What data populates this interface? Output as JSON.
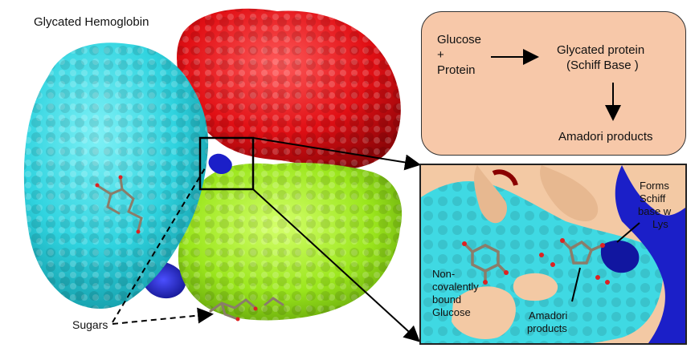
{
  "figure": {
    "title": "Glycated Hemoglobin",
    "sugars_label": "Sugars"
  },
  "reaction_panel": {
    "reactant_1": "Glucose",
    "plus": "+",
    "reactant_2": "Protein",
    "product_line1": "Glycated protein",
    "product_line2": "(Schiff Base )",
    "final_product": "Amadori products"
  },
  "inset": {
    "schiff_label": [
      "Forms",
      "Schiff",
      "base w",
      "Lys"
    ],
    "glucose_label": [
      "Non-",
      "covalently",
      "bound",
      "Glucose"
    ],
    "amadori_label": [
      "Amadori",
      "products"
    ]
  },
  "colors": {
    "subunit_cyan": "#3fd9e3",
    "subunit_red": "#e10f14",
    "subunit_green": "#9be61c",
    "subunit_blue": "#1b1fc8",
    "panel_fill": "#f7c8a9"
  }
}
